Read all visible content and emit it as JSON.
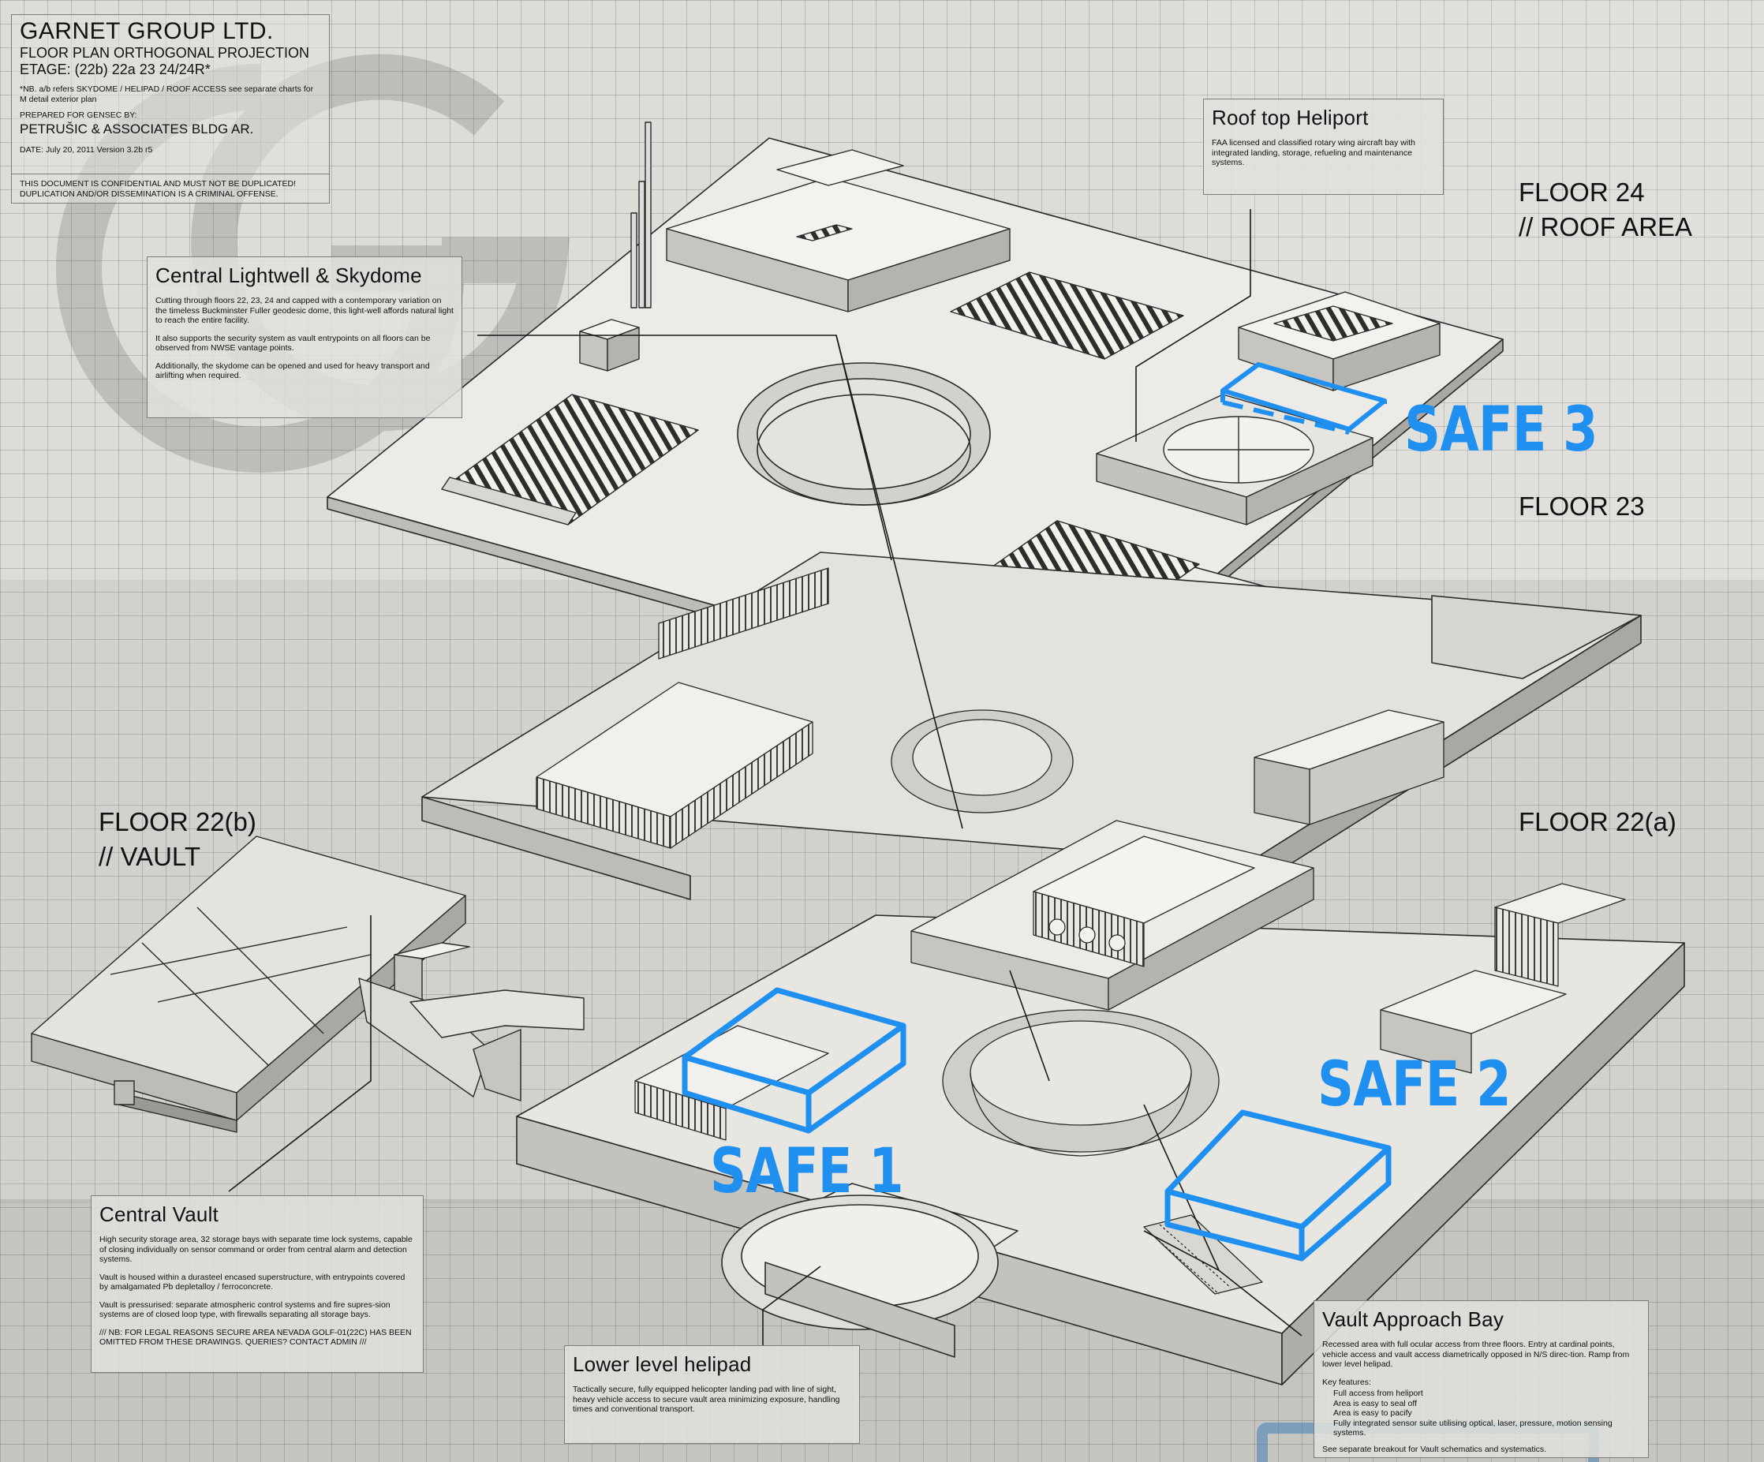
{
  "title_block": {
    "company": "GARNET GROUP  LTD.",
    "projection": "FLOOR PLAN ORTHOGONAL PROJECTION",
    "etage": "ETAGE:  (22b)    22a    23    24/24R*",
    "note": "*NB. a/b refers SKYDOME / HELIPAD / ROOF ACCESS see separate charts for M detail exterior plan",
    "prepared_label": "PREPARED FOR GENSEC BY:",
    "architects": "PETRUŠIC & ASSOCIATES BLDG AR.",
    "date": "DATE: July 20, 2011 Version 3.2b r5",
    "confidential": "THIS DOCUMENT IS CONFIDENTIAL AND MUST NOT BE DUPLICATED! DUPLICATION AND/OR DISSEMINATION IS A CRIMINAL OFFENSE."
  },
  "floors": {
    "floor24_line1": "FLOOR 24",
    "floor24_line2": "// ROOF AREA",
    "floor23": "FLOOR 23",
    "floor22a": "FLOOR 22(a)",
    "floor22b_line1": "FLOOR 22(b)",
    "floor22b_line2": "// VAULT"
  },
  "safes": {
    "safe1": "SAFE 1",
    "safe2": "SAFE 2",
    "safe3": "SAFE 3"
  },
  "callouts": {
    "lightwell": {
      "title": "Central Lightwell & Skydome",
      "p1": "Cutting through floors 22, 23, 24 and capped with a contemporary variation on the timeless Buckminster Fuller geodesic dome, this light-well affords natural light to reach the entire facility.",
      "p2": "It also supports the security system as vault entrypoints on all floors can be observed from NWSE vantage points.",
      "p3": "Additionally, the skydome can be opened and used for heavy transport and airlifting when required."
    },
    "heliport": {
      "title": "Roof top Heliport",
      "p1": "FAA licensed and classified rotary wing aircraft bay with integrated landing, storage, refueling and maintenance systems."
    },
    "vault": {
      "title": "Central Vault",
      "p1": "High security storage area, 32 storage bays with separate time lock systems, capable of closing individually on sensor command or order from central alarm and detection systems.",
      "p2": "Vault is housed within a durasteel encased superstructure, with entrypoints covered by amalgamated Pb depletalloy / ferroconcrete.",
      "p3": "Vault is pressurised: separate atmospheric control systems and fire supres-sion systems are of closed loop type, with firewalls separating all storage bays.",
      "p4": "/// NB: FOR LEGAL REASONS SECURE AREA NEVADA GOLF-01(22C) HAS BEEN OMITTED FROM THESE DRAWINGS. QUERIES? CONTACT ADMIN ///"
    },
    "helipad": {
      "title": "Lower level helipad",
      "p1": "Tactically secure, fully equipped helicopter landing pad with line of sight, heavy vehicle access to secure vault area minimizing exposure, handling times and conventional transport."
    },
    "approach": {
      "title": "Vault Approach Bay",
      "p1": "Recessed area with full ocular access from three floors. Entry at cardinal points, vehicle access and vault access diametrically opposed in N/S direc-tion. Ramp from lower level helipad.",
      "features_label": "Key features:",
      "features": [
        "Full access from heliport",
        "Area is easy to seal off",
        "Area is easy to pacify",
        "Fully integrated sensor suite utilising optical, laser, pressure, motion sensing systems."
      ],
      "footer": "See separate breakout for Vault schematics and systematics."
    }
  },
  "colors": {
    "safe_blue": "#1f8ff0",
    "line": "#2a2a2a",
    "slab_top": "#ecebe7",
    "slab_side": "#bdbcb6",
    "wall_dark": "#9a9993"
  }
}
